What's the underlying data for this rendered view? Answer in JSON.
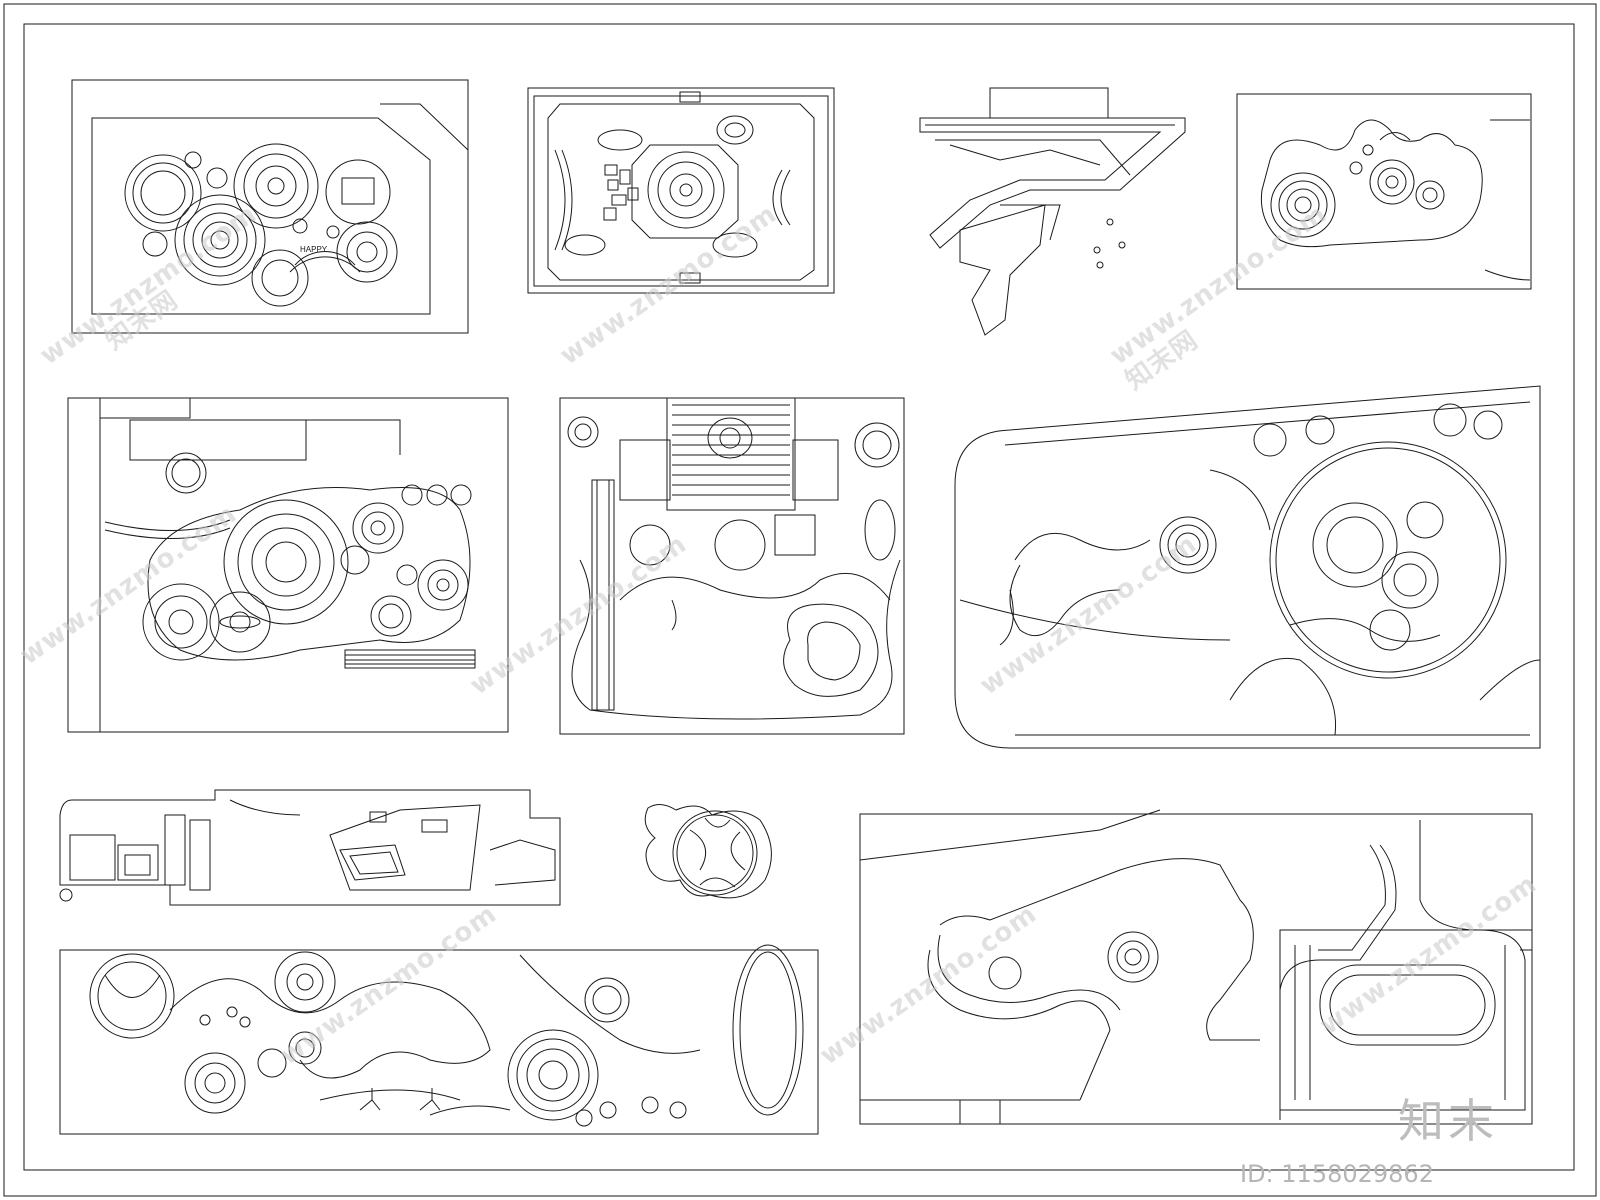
{
  "watermark": {
    "text": "www.znzmo.com",
    "brand": "知末网",
    "logo": "知末",
    "id_label": "ID: 1158029862"
  },
  "plans": [
    {
      "name": "plan-circles-a",
      "label": "HAPPY"
    },
    {
      "name": "plan-octagon-plaza"
    },
    {
      "name": "plan-zigzag-path"
    },
    {
      "name": "plan-blob-cluster"
    },
    {
      "name": "plan-planet-garden"
    },
    {
      "name": "plan-pavilion-lawn"
    },
    {
      "name": "plan-rounded-long-site"
    },
    {
      "name": "plan-narrow-strip"
    },
    {
      "name": "plan-small-pool"
    },
    {
      "name": "plan-wide-strip"
    },
    {
      "name": "plan-sports-track"
    }
  ],
  "colors": {
    "line": "#1a1a1a",
    "watermark": "#c9c9c9"
  }
}
